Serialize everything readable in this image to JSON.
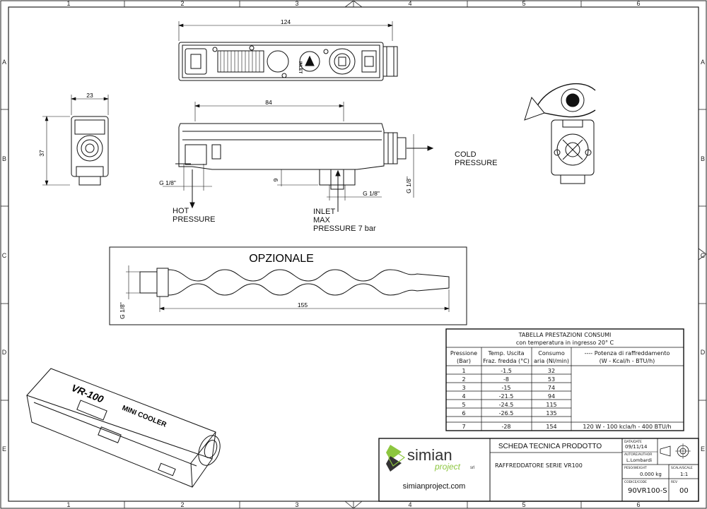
{
  "frame": {
    "columns": [
      "1",
      "2",
      "3",
      "4",
      "5",
      "6"
    ],
    "rows": [
      "A",
      "B",
      "C",
      "D",
      "E"
    ]
  },
  "dimensions": {
    "top_length": "124",
    "front_width": "23",
    "front_height": "37",
    "side_length": "84",
    "hot_thread": "G 1/8\"",
    "inlet_thread": "G 1/8\"",
    "cold_thread": "G 1/8\"",
    "small_dim": "9",
    "optional_length": "155",
    "optional_thread": "G 1/8\""
  },
  "labels": {
    "cold_line1": "COLD",
    "cold_line2": "PRESSURE",
    "hot_line1": "HOT",
    "hot_line2": "PRESSURE",
    "inlet_line1": "INLET",
    "inlet_line2": "MAX",
    "inlet_line3": "PRESSURE 7 bar",
    "optional_title": "OPZIONALE",
    "body_mark_1": "INLET",
    "iso_mark_1": "VR-100",
    "iso_mark_2": "MINI COOLER"
  },
  "table": {
    "title_line1": "TABELLA PRESTAZIONI CONSUMI",
    "title_line2": "con temperatura in ingresso 20° C",
    "headers": [
      [
        "Pressione",
        "(Bar)"
      ],
      [
        "Temp. Uscita",
        "Fraz. fredda (°C)"
      ],
      [
        "Consumo",
        "aria (Nl/min)"
      ],
      [
        "----  Potenza di raffreddamento",
        "(W - Kcal/h - BTU/h)"
      ]
    ],
    "rows": [
      [
        "1",
        "-1.5",
        "32",
        ""
      ],
      [
        "2",
        "-8",
        "53",
        ""
      ],
      [
        "3",
        "-15",
        "74",
        ""
      ],
      [
        "4",
        "-21.5",
        "94",
        ""
      ],
      [
        "5",
        "-24.5",
        "115",
        ""
      ],
      [
        "6",
        "-26.5",
        "135",
        ""
      ],
      [
        "7",
        "-28",
        "154",
        "120 W - 100 kcla/h - 400 BTU/h"
      ]
    ]
  },
  "title_block": {
    "logo_word": "simian",
    "logo_sub": "project",
    "logo_srl": "srl",
    "website": "simianproject.com",
    "doc_type": "SCHEDA TECNICA PRODOTTO",
    "description": "RAFFREDDATORE SERIE VR100",
    "date_label": "DATA/DATE",
    "date": "09/11/14",
    "author_label": "AUTORE/AUTHOR",
    "author": "L.Lombardi",
    "weight_label": "PESO/WEIGHT",
    "weight": "0.000 kg",
    "scale_label": "SCALA/SCALE",
    "scale": "1:1",
    "code_label": "CODICE/CODE",
    "code": "90VR100-S",
    "rev_label": "REV",
    "rev": "00"
  },
  "colors": {
    "ink": "#1a1a1a",
    "logo_green": "#8dc63f",
    "logo_dark": "#333333"
  }
}
